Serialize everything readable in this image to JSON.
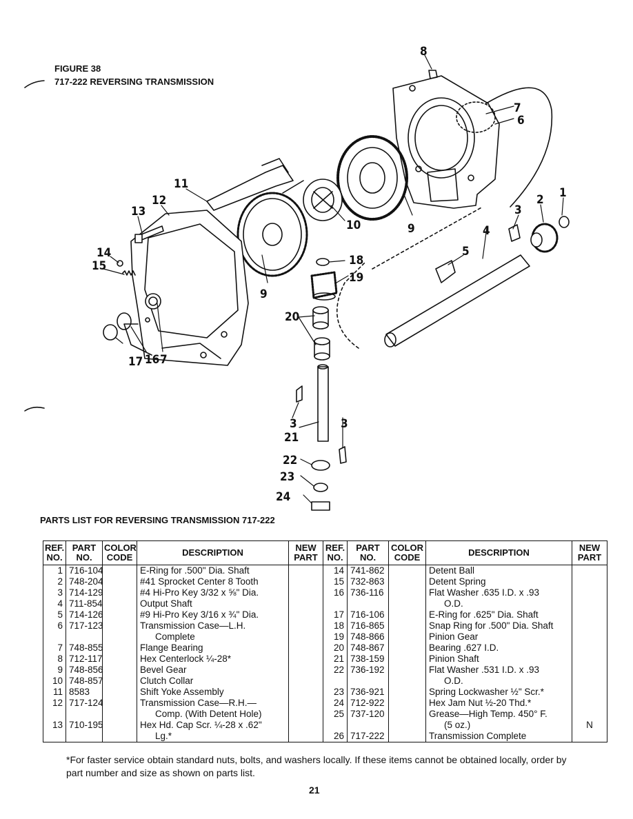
{
  "figure": {
    "label": "FIGURE 38",
    "title": "717-222 REVERSING TRANSMISSION"
  },
  "callouts": [
    "8",
    "7",
    "6",
    "1",
    "2",
    "3",
    "11",
    "12",
    "13",
    "14",
    "15",
    "10",
    "9",
    "4",
    "5",
    "18",
    "19",
    "9",
    "20",
    "17",
    "16",
    "7",
    "3",
    "3",
    "21",
    "22",
    "23",
    "24"
  ],
  "parts_heading": "PARTS LIST FOR REVERSING TRANSMISSION 717-222",
  "table": {
    "headers": {
      "ref": [
        "REF.",
        "NO."
      ],
      "part": [
        "PART",
        "NO."
      ],
      "color": [
        "COLOR",
        "CODE"
      ],
      "description": "DESCRIPTION",
      "new": [
        "NEW",
        "PART"
      ]
    },
    "left": [
      {
        "ref": "1",
        "part": "716-104",
        "desc": [
          "E-Ring for .500\" Dia. Shaft"
        ]
      },
      {
        "ref": "2",
        "part": "748-204",
        "desc": [
          "#41 Sprocket Center 8 Tooth"
        ]
      },
      {
        "ref": "3",
        "part": "714-129",
        "desc": [
          "#4 Hi-Pro Key 3/32 x ⅝\" Dia."
        ]
      },
      {
        "ref": "4",
        "part": "711-854",
        "desc": [
          "Output Shaft"
        ]
      },
      {
        "ref": "5",
        "part": "714-126",
        "desc": [
          "#9 Hi-Pro Key 3/16 x ¾\" Dia."
        ]
      },
      {
        "ref": "6",
        "part": "717-123",
        "desc": [
          "Transmission Case—L.H.",
          "Complete"
        ]
      },
      {
        "ref": "7",
        "part": "748-855",
        "desc": [
          "Flange Bearing"
        ]
      },
      {
        "ref": "8",
        "part": "712-117",
        "desc": [
          "Hex Centerlock ¼-28*"
        ]
      },
      {
        "ref": "9",
        "part": "748-856",
        "desc": [
          "Bevel Gear"
        ]
      },
      {
        "ref": "10",
        "part": "748-857",
        "desc": [
          "Clutch Collar"
        ]
      },
      {
        "ref": "11",
        "part": "8583",
        "desc": [
          "Shift Yoke Assembly"
        ]
      },
      {
        "ref": "12",
        "part": "717-124",
        "desc": [
          "Transmission Case—R.H.—",
          "Comp. (With Detent Hole)"
        ]
      },
      {
        "ref": "13",
        "part": "710-195",
        "desc": [
          "Hex Hd. Cap Scr. ¼-28 x .62\"",
          "Lg.*"
        ]
      }
    ],
    "right": [
      {
        "ref": "14",
        "part": "741-862",
        "desc": [
          "Detent Ball"
        ]
      },
      {
        "ref": "15",
        "part": "732-863",
        "desc": [
          "Detent Spring"
        ]
      },
      {
        "ref": "16",
        "part": "736-116",
        "desc": [
          "Flat Washer .635 I.D. x .93",
          "O.D."
        ]
      },
      {
        "ref": "17",
        "part": "716-106",
        "desc": [
          "E-Ring for .625\" Dia. Shaft"
        ]
      },
      {
        "ref": "18",
        "part": "716-865",
        "desc": [
          "Snap Ring for .500\" Dia. Shaft"
        ]
      },
      {
        "ref": "19",
        "part": "748-866",
        "desc": [
          "Pinion Gear"
        ]
      },
      {
        "ref": "20",
        "part": "748-867",
        "desc": [
          "Bearing .627 I.D."
        ]
      },
      {
        "ref": "21",
        "part": "738-159",
        "desc": [
          "Pinion Shaft"
        ]
      },
      {
        "ref": "22",
        "part": "736-192",
        "desc": [
          "Flat Washer .531 I.D. x .93",
          "O.D."
        ]
      },
      {
        "ref": "23",
        "part": "736-921",
        "desc": [
          "Spring Lockwasher ½\" Scr.*"
        ]
      },
      {
        "ref": "24",
        "part": "712-922",
        "desc": [
          "Hex Jam Nut ½-20 Thd.*"
        ]
      },
      {
        "ref": "25",
        "part": "737-120",
        "desc": [
          "Grease—High Temp. 450° F.",
          "(5 oz.)"
        ],
        "new": "N"
      },
      {
        "ref": "26",
        "part": "717-222",
        "desc": [
          "Transmission Complete"
        ]
      }
    ]
  },
  "footnote": "*For faster service obtain standard nuts, bolts, and washers locally. If these items cannot be obtained locally, order by part number and size as shown on parts list.",
  "page_number": "21"
}
